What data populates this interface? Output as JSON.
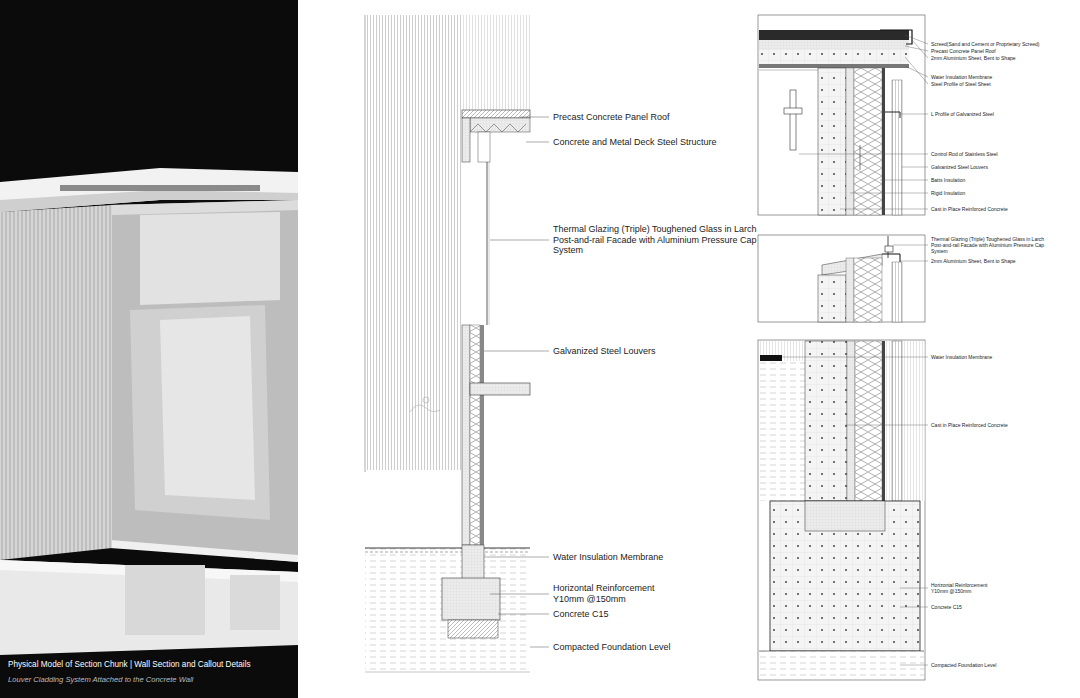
{
  "diagram": {
    "title": "Physical Model of Section Chunk | Wall Section and Callout Details",
    "caption": "Louver Cladding System Attached to the Concrete Wall",
    "labels": [
      "Precast Concrete Panel Roof",
      "Concrete and Metal Deck Steel Structure",
      "Thermal Glazing (Triple) Toughened Glass in Larch Post-and-rail Facade with Aluminium Pressure Cap System",
      "Galvanized Steel Louvers",
      "Water Insulation Membrane",
      "Horizontal Reinforcement Y10mm @150mm",
      "Concrete C15",
      "Compacted Foundation Level",
      "Screed(Sand and Cement or Proprietary Screed)",
      "Precast Concrete Panel Roof",
      "2mm Aluminium Sheet, Bent to Shape",
      "Water Insulation Membrane",
      "Steel Profile of Steel Sheet",
      "L Profile of Galvanized Steel",
      "Control Rod of Stainless Steel",
      "Galvanized Steel Louvers",
      "Batts Insulation",
      "Rigid Insulation",
      "Cast in Place Reinforced Concrete",
      "Thermal Glazing (Triple) Toughened Glass in Larch Post-and-rail Facade with Aluminium Pressure Cap System",
      "2mm Aluminium Sheet, Bent to Shape",
      "Water Insulation Membrane",
      "Cast in Place Reinforced Concrete",
      "Horizontal Reinforcement Y10mm @150mm",
      "Concrete C15",
      "Compacted Foundation Level"
    ]
  }
}
